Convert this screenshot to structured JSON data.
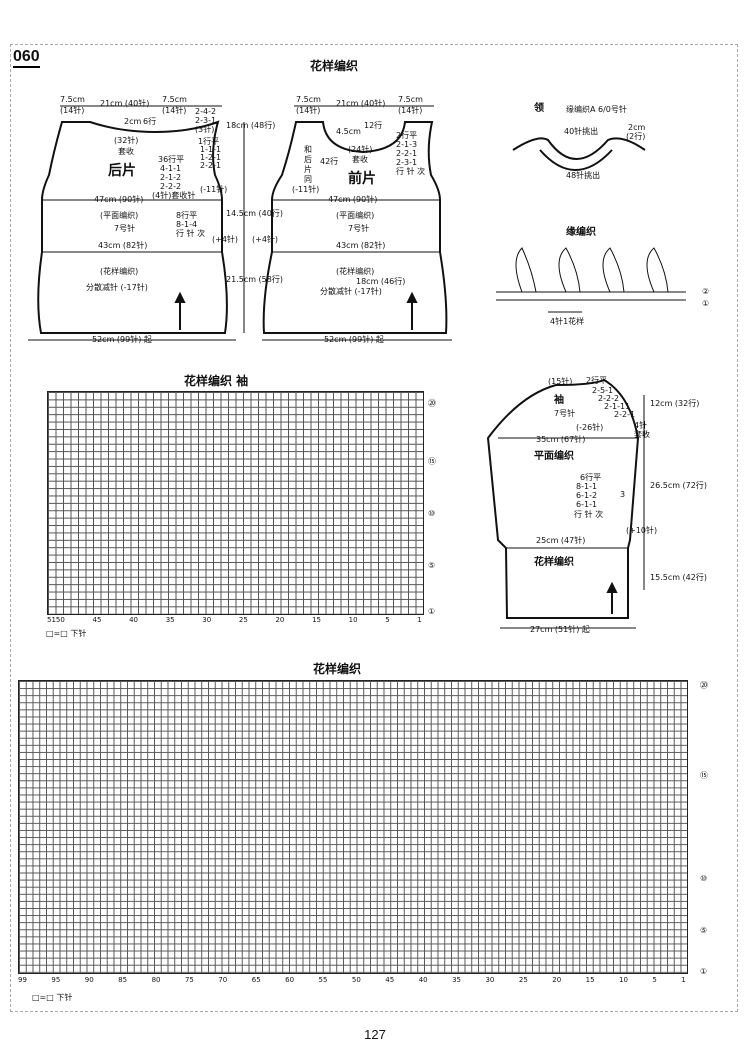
{
  "pattern_number": "060",
  "page_number": "127",
  "schematic": {
    "title": "花样编织",
    "back": {
      "name": "后片",
      "shoulder_left": [
        "7.5cm",
        "(14针)"
      ],
      "neck_width": "21cm (40针)",
      "shoulder_right": [
        "7.5cm",
        "(14针)"
      ],
      "neck_depth_cm": "2cm",
      "neck_rows": "6行",
      "cast_off_sts": "(32针)",
      "cast_off": "套收",
      "shoulder_dec": [
        "2-4-2",
        "2-3-1",
        "(3针)"
      ],
      "armhole_depth": "18cm (48行)",
      "armhole_dec": [
        "1行平",
        "1-1-1",
        "1-2-1",
        "2-2-1"
      ],
      "armhole_rows_title": "36行平",
      "armhole_rows": [
        "4-1-1",
        "2-1-2",
        "2-2-2"
      ],
      "armhole_cast_off": "(4针)套收针",
      "minus_11": "(-11针)",
      "width_47": "47cm (90针)",
      "stockinette": "(平面编织)",
      "needle": "7号针",
      "waist_inc": [
        "8行平",
        "8-1-4",
        "行 针 次"
      ],
      "waist_height": "14.5cm (40行)",
      "plus_4": "(+4针)",
      "width_43": "43cm (82针)",
      "lace": "(花样编织)",
      "scatter_dec": "分散减针 (-17针)",
      "skirt_height": "21.5cm (58行)",
      "hem": "52cm (99针) 起"
    },
    "front": {
      "name": "前片",
      "shoulder_left": [
        "7.5cm",
        "(14针)"
      ],
      "neck_width": "21cm (40针)",
      "shoulder_right": [
        "7.5cm",
        "(14针)"
      ],
      "neck_depth": "4.5cm",
      "neck_rows": "12行",
      "cast_off_sts": "(24针)",
      "cast_off": "套收",
      "neck_dec": [
        "2行平",
        "2-1-3",
        "2-2-1",
        "2-3-1",
        "行 针 次"
      ],
      "armhole_note": [
        "和",
        "后",
        "片",
        "同"
      ],
      "armhole_rows": "42行",
      "minus_11": "(-11针)",
      "width_47": "47cm (90针)",
      "stockinette": "(平面编织)",
      "needle": "7号针",
      "plus_4": "(+4针)",
      "width_43": "43cm (82针)",
      "lace": "(花样编织)",
      "skirt_height": "18cm (46行)",
      "scatter_dec": "分散减针 (-17针)",
      "hem": "52cm (99针) 起"
    },
    "neckband": {
      "title": "领",
      "pattern": "缘编织A 6/0号针",
      "front_pickup": "40针挑出",
      "back_pickup": "48针挑出",
      "height": "2cm",
      "rows": "(2行)"
    },
    "edging": {
      "title": "缘编织",
      "repeat": "4针1花样",
      "row_markers": [
        "②",
        "①"
      ]
    }
  },
  "sleeve_chart": {
    "title": "花样编织  袖",
    "legend": "□=□  下针",
    "x_ticks": [
      "5150",
      "45",
      "40",
      "35",
      "30",
      "25",
      "20",
      "15",
      "10",
      "5",
      "1"
    ],
    "row_marks": [
      "⑳",
      "⑮",
      "⑩",
      "⑤",
      "①"
    ]
  },
  "sleeve_schematic": {
    "top_sts": "(15针)",
    "top_rows": "2行平",
    "cap_dec": [
      "2-5-1",
      "2-2-2",
      "2-1-11",
      "2-2-1"
    ],
    "name": "袖",
    "needle": "7号针",
    "minus_26": "(-26针)",
    "cap_height": "12cm (32行)",
    "cast_off": [
      "4针",
      "套收"
    ],
    "width_35": "35cm (67针)",
    "stockinette": "平面编织",
    "inc_title": "6行平",
    "incs": [
      "8-1-1",
      "6-1-2",
      "6-1-1"
    ],
    "inc_total": "3",
    "inc_labels": "行 针 次",
    "sleeve_height": "26.5cm (72行)",
    "plus_10": "(+10针)",
    "width_25": "25cm (47针)",
    "lace": "花样编织",
    "cuff_height": "15.5cm (42行)",
    "cuff": "27cm (51针) 起"
  },
  "body_chart": {
    "title": "花样编织",
    "legend": "□=□  下针",
    "x_ticks": [
      "99",
      "95",
      "90",
      "85",
      "80",
      "75",
      "70",
      "65",
      "60",
      "55",
      "50",
      "45",
      "40",
      "35",
      "30",
      "25",
      "20",
      "15",
      "10",
      "5",
      "1"
    ],
    "row_marks": [
      "⑳",
      "⑮",
      "⑩",
      "⑤",
      "①"
    ]
  }
}
